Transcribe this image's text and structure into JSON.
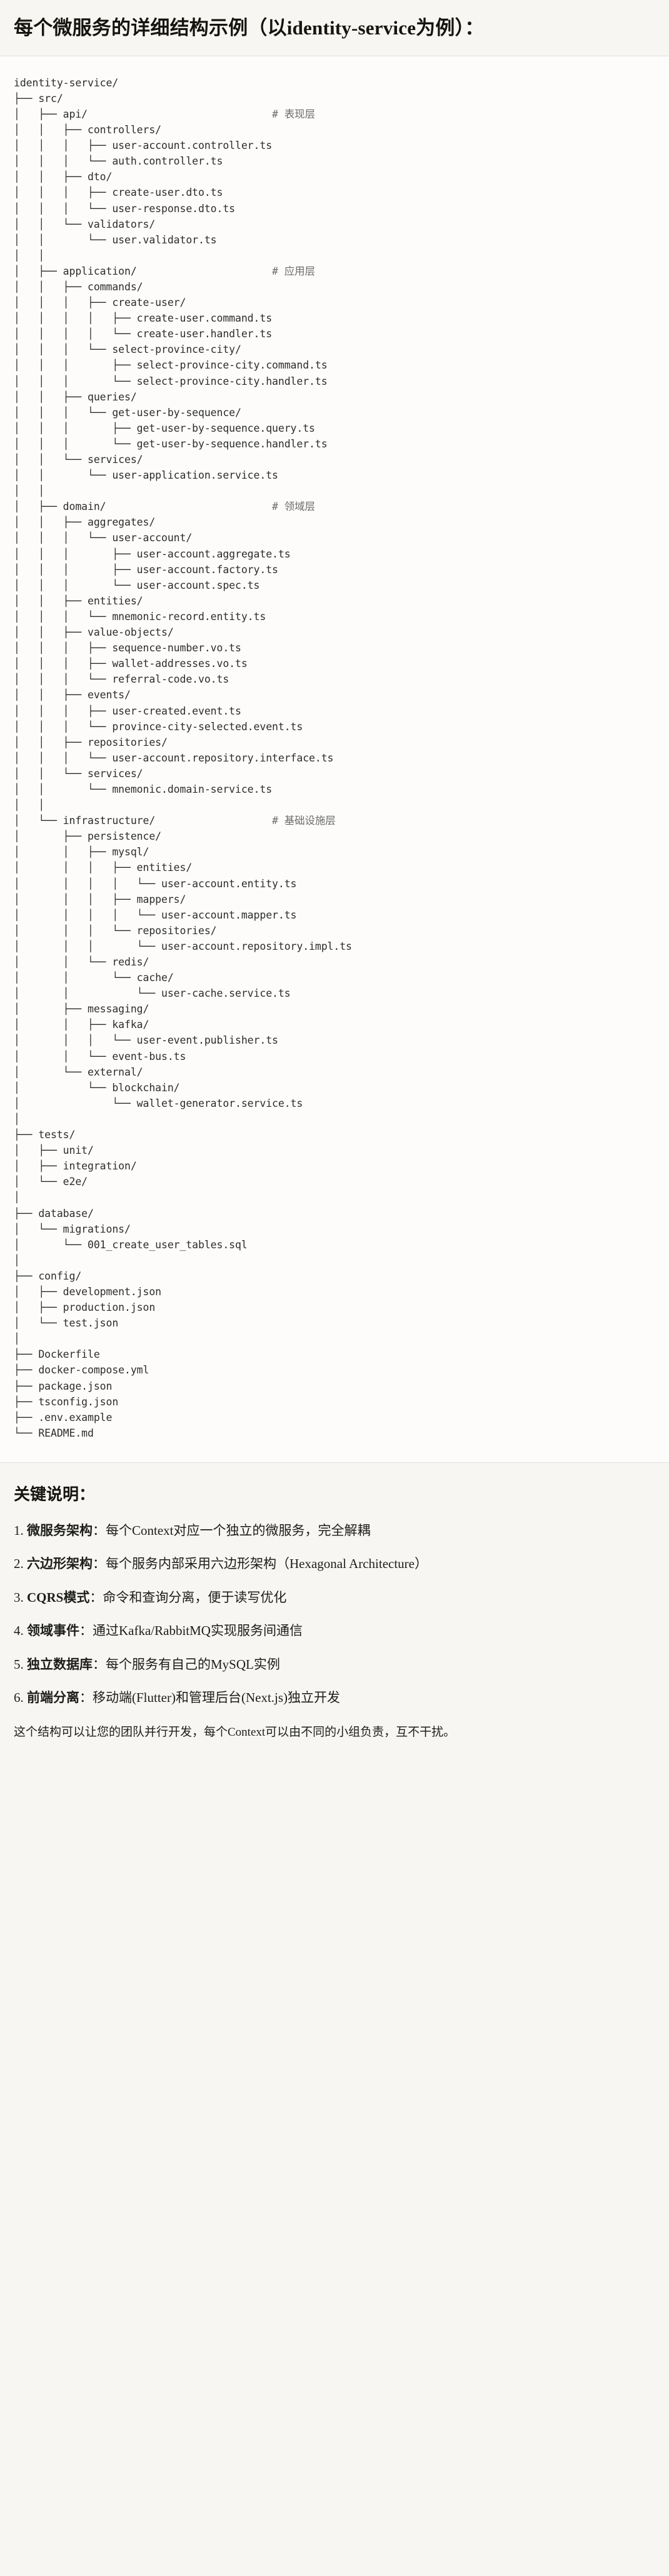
{
  "header": {
    "title": "每个微服务的详细结构示例（以identity-service为例）："
  },
  "tree": {
    "root": "identity-service/",
    "text": "identity-service/\n├── src/\n│   ├── api/                              # 表现层\n│   │   ├── controllers/\n│   │   │   ├── user-account.controller.ts\n│   │   │   └── auth.controller.ts\n│   │   ├── dto/\n│   │   │   ├── create-user.dto.ts\n│   │   │   └── user-response.dto.ts\n│   │   └── validators/\n│   │       └── user.validator.ts\n│   │\n│   ├── application/                      # 应用层\n│   │   ├── commands/\n│   │   │   ├── create-user/\n│   │   │   │   ├── create-user.command.ts\n│   │   │   │   └── create-user.handler.ts\n│   │   │   └── select-province-city/\n│   │   │       ├── select-province-city.command.ts\n│   │   │       └── select-province-city.handler.ts\n│   │   ├── queries/\n│   │   │   └── get-user-by-sequence/\n│   │   │       ├── get-user-by-sequence.query.ts\n│   │   │       └── get-user-by-sequence.handler.ts\n│   │   └── services/\n│   │       └── user-application.service.ts\n│   │\n│   ├── domain/                           # 领域层\n│   │   ├── aggregates/\n│   │   │   └── user-account/\n│   │   │       ├── user-account.aggregate.ts\n│   │   │       ├── user-account.factory.ts\n│   │   │       └── user-account.spec.ts\n│   │   ├── entities/\n│   │   │   └── mnemonic-record.entity.ts\n│   │   ├── value-objects/\n│   │   │   ├── sequence-number.vo.ts\n│   │   │   ├── wallet-addresses.vo.ts\n│   │   │   └── referral-code.vo.ts\n│   │   ├── events/\n│   │   │   ├── user-created.event.ts\n│   │   │   └── province-city-selected.event.ts\n│   │   ├── repositories/\n│   │   │   └── user-account.repository.interface.ts\n│   │   └── services/\n│   │       └── mnemonic.domain-service.ts\n│   │\n│   └── infrastructure/                   # 基础设施层\n│       ├── persistence/\n│       │   ├── mysql/\n│       │   │   ├── entities/\n│       │   │   │   └── user-account.entity.ts\n│       │   │   ├── mappers/\n│       │   │   │   └── user-account.mapper.ts\n│       │   │   └── repositories/\n│       │   │       └── user-account.repository.impl.ts\n│       │   └── redis/\n│       │       └── cache/\n│       │           └── user-cache.service.ts\n│       ├── messaging/\n│       │   ├── kafka/\n│       │   │   └── user-event.publisher.ts\n│       │   └── event-bus.ts\n│       └── external/\n│           └── blockchain/\n│               └── wallet-generator.service.ts\n│\n├── tests/\n│   ├── unit/\n│   ├── integration/\n│   └── e2e/\n│\n├── database/\n│   └── migrations/\n│       └── 001_create_user_tables.sql\n│\n├── config/\n│   ├── development.json\n│   ├── production.json\n│   └── test.json\n│\n├── Dockerfile\n├── docker-compose.yml\n├── package.json\n├── tsconfig.json\n├── .env.example\n└── README.md",
    "layer_comments": [
      {
        "path": "api/",
        "comment": "# 表现层"
      },
      {
        "path": "application/",
        "comment": "# 应用层"
      },
      {
        "path": "domain/",
        "comment": "# 领域层"
      },
      {
        "path": "infrastructure/",
        "comment": "# 基础设施层"
      }
    ]
  },
  "notes": {
    "title": "关键说明：",
    "items": [
      {
        "term": "微服务架构",
        "desc": "：每个Context对应一个独立的微服务，完全解耦"
      },
      {
        "term": "六边形架构",
        "desc": "：每个服务内部采用六边形架构（Hexagonal Architecture）"
      },
      {
        "term": "CQRS模式",
        "desc": "：命令和查询分离，便于读写优化"
      },
      {
        "term": "领域事件",
        "desc": "：通过Kafka/RabbitMQ实现服务间通信"
      },
      {
        "term": "独立数据库",
        "desc": "：每个服务有自己的MySQL实例"
      },
      {
        "term": "前端分离",
        "desc": "：移动端(Flutter)和管理后台(Next.js)独立开发"
      }
    ],
    "footer": "这个结构可以让您的团队并行开发，每个Context可以由不同的小组负责，互不干扰。"
  },
  "colors": {
    "page_background": "#fdfcfa",
    "band_background": "#f7f6f2",
    "divider": "#e3e1dc",
    "text": "#1d1d1b",
    "code_text": "#2c2c2c",
    "comment_text": "#6d6d6d"
  }
}
